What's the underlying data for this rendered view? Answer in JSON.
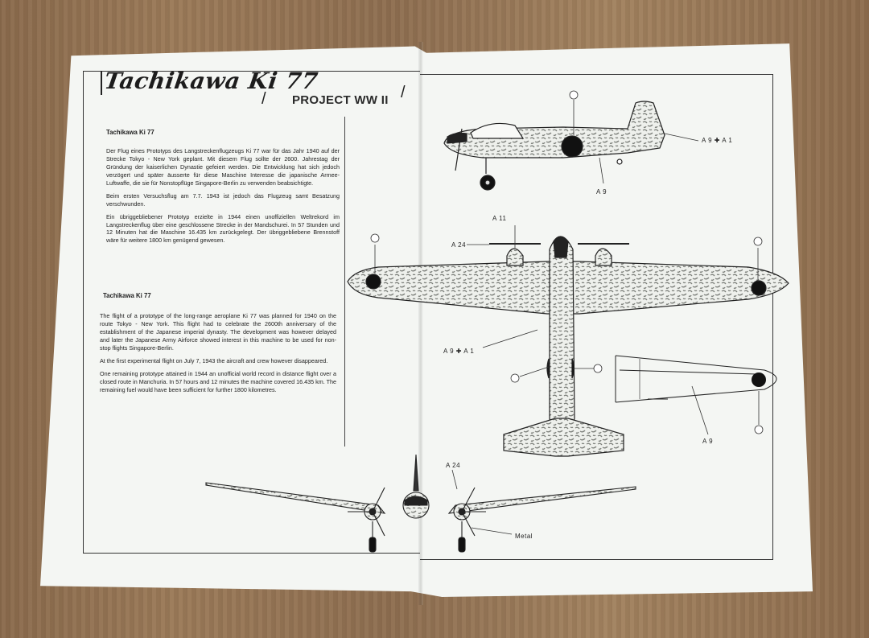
{
  "sheet": {
    "title": "Tachikawa Ki 77",
    "project": "PROJECT WW II"
  },
  "german": {
    "heading": "Tachikawa Ki 77",
    "p1": "Der Flug eines Prototyps des Langstreckenflugzeugs Ki 77 war für das Jahr 1940 auf der Strecke Tokyo - New York geplant. Mit diesem Flug sollte der 2600. Jahrestag der Gründung der kaiserlichen Dynastie gefeiert werden. Die Entwicklung hat sich jedoch verzögert und später äusserte für diese Maschine Interesse die japanische Armee-Luftwaffe, die sie für Nonstopflüge Singapore-Berlin zu verwenden beabsichtigte.",
    "p2": "Beim ersten Versuchsflug am 7.7. 1943 ist jedoch das Flugzeug samt Besatzung verschwunden.",
    "p3": "Ein übriggebliebener Prototyp erzielte in 1944 einen unoffiziellen Weltrekord im Langstreckenflug über eine geschlossene Strecke in der Mandschurei. In 57 Stunden und 12 Minuten hat die Maschine 16.435 km zurückgelegt. Der übriggebliebene Brennstoff wäre für weitere 1800 km genügend gewesen."
  },
  "english": {
    "heading": "Tachikawa Ki 77",
    "p1": "The flight of a prototype of the long-range aeroplane Ki 77 was planned for 1940 on the route Tokyo - New York. This flight had to celebrate the 2600th anniversary of the establishment of the Japanese imperial dynasty. The development was however delayed and later the Japanese Army Airforce showed interest in this machine to be used for non-stop flights Singapore-Berlin.",
    "p2": "At the first experimental flight on July 7, 1943 the aircraft and crew however disappeared.",
    "p3": "One remaining prototype attained in 1944 an unofficial world record in distance flight over a closed route in Manchuria. In 57 hours and 12 minutes the machine covered 16.435 km. The remaining fuel would have been sufficient for further 1800 kilometres."
  },
  "callouts": {
    "side_tail": "A 9 ✚ A 1",
    "side_body": "A 9",
    "top_nacelle": "A 11",
    "top_prop": "A 24",
    "top_body": "A 9 ✚ A 1",
    "wing_detail": "A 9",
    "front_prop": "A 24",
    "front_metal": "Metal"
  },
  "colors": {
    "paper": "#f4f6f3",
    "ink": "#222222",
    "camo": "#8a8d88",
    "roundel": "#111111"
  }
}
